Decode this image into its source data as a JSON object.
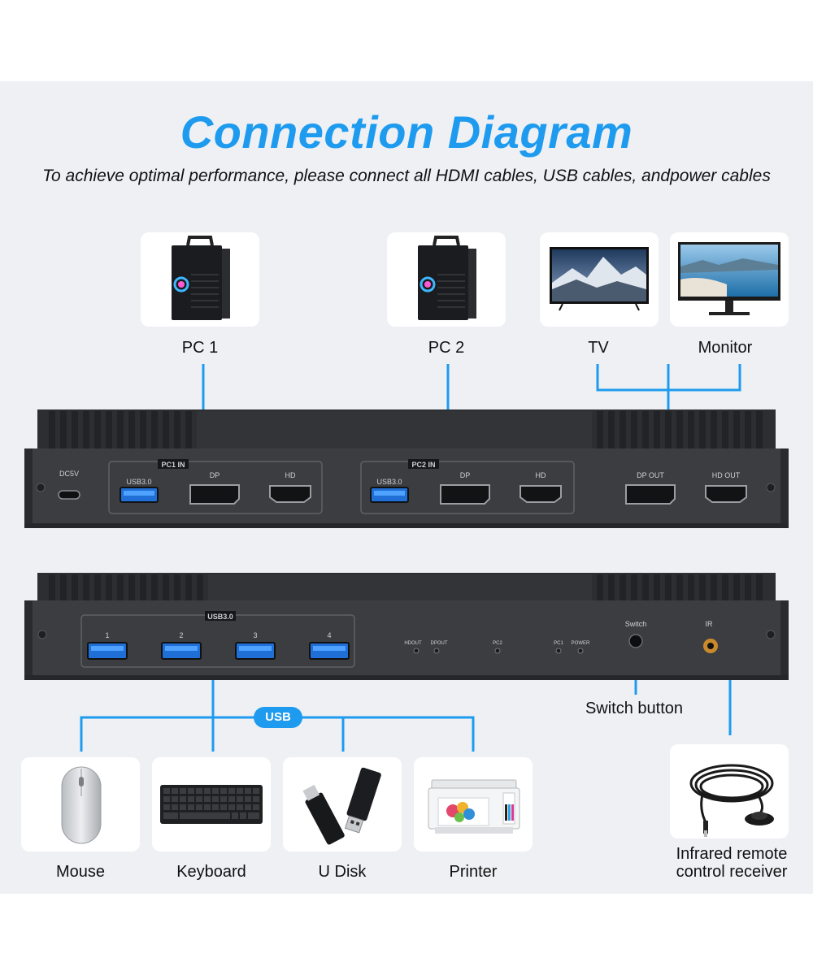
{
  "header": {
    "title": "Connection Diagram",
    "subtitle": "To achieve optimal performance, please connect all HDMI cables, USB cables, andpower cables"
  },
  "sources": [
    {
      "label": "PC 1",
      "icon": "pc-tower-icon"
    },
    {
      "label": "PC 2",
      "icon": "pc-tower-icon"
    }
  ],
  "displays": [
    {
      "label": "TV",
      "icon": "tv-icon"
    },
    {
      "label": "Monitor",
      "icon": "monitor-icon"
    }
  ],
  "front_panel": {
    "dc_label": "DC5V",
    "pc1_group": {
      "tag": "PC1 IN",
      "usb": "USB3.0",
      "dp": "DP",
      "hd": "HD"
    },
    "pc2_group": {
      "tag": "PC2 IN",
      "usb": "USB3.0",
      "dp": "DP",
      "hd": "HD"
    },
    "dp_out": "DP OUT",
    "hd_out": "HD OUT"
  },
  "rear_panel": {
    "usb_tag": "USB3.0",
    "usb_ports": [
      "1",
      "2",
      "3",
      "4"
    ],
    "leds": [
      "HDOUT",
      "DPOUT",
      "PC2",
      "PC1",
      "POWER"
    ],
    "switch_label": "Switch",
    "ir_label": "IR"
  },
  "callouts": {
    "switch_button": "Switch button",
    "ir_receiver": "Infrared remote control receiver"
  },
  "usb_badge": "USB",
  "peripherals": [
    {
      "label": "Mouse",
      "icon": "mouse-icon"
    },
    {
      "label": "Keyboard",
      "icon": "keyboard-icon"
    },
    {
      "label": "U Disk",
      "icon": "usb-drive-icon"
    },
    {
      "label": "Printer",
      "icon": "printer-icon"
    }
  ],
  "colors": {
    "accent": "#1e9bef",
    "device": "#3b3d40",
    "background": "#eef0f4"
  }
}
